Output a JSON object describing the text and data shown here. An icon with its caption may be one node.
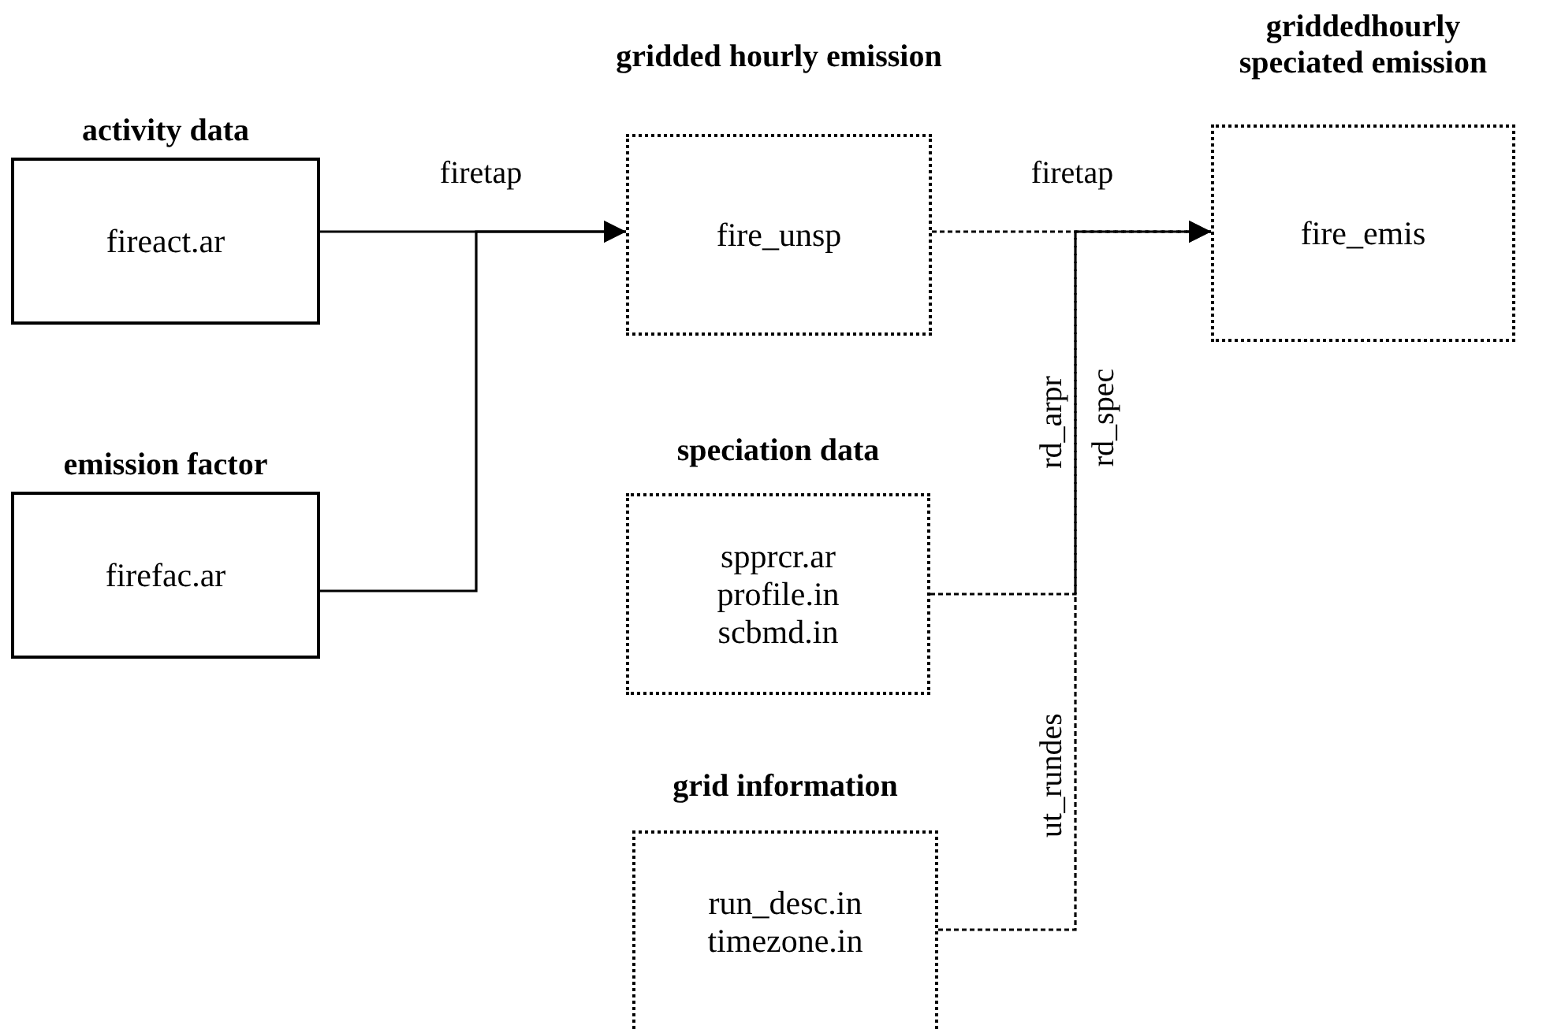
{
  "diagram": {
    "nodes": [
      {
        "text": [
          "activity data",
          "fireact.ar"
        ]
      },
      {
        "text": [
          "emission factor",
          "firefac.ar"
        ]
      },
      {
        "text": [
          "gridded hourly emission",
          "fire_unsp"
        ]
      },
      {
        "text": [
          "griddedhourly speciated emission",
          "fire_emis"
        ]
      },
      {
        "text": [
          "speciation data",
          "spprcr.ar profile.in scbmd.in"
        ]
      },
      {
        "text": [
          "grid information",
          "run_desc.in timezone.in"
        ]
      }
    ],
    "edges": [
      {
        "from": 0,
        "to": 2,
        "arrow": "to",
        "label": "firetap"
      },
      {
        "from": 1,
        "to": 2,
        "arrow": "to"
      },
      {
        "from": 2,
        "to": 3,
        "arrow": "to",
        "label": "firetap",
        "style": "dashed"
      },
      {
        "from": 4,
        "to": 3,
        "arrow": "to",
        "label": "rd_spec",
        "style": "dashed"
      },
      {
        "from": 5,
        "to": 3,
        "arrow": "to",
        "label": "ut_rundes",
        "style": "dashed"
      }
    ],
    "labels": [
      "rd_arpr"
    ]
  }
}
